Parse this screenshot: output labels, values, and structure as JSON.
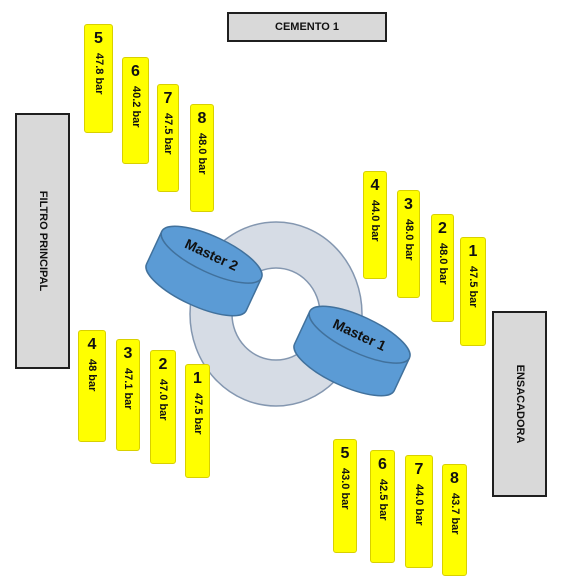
{
  "zones": {
    "cemento": "CEMENTO 1",
    "filtro": "FILTRO PRINCIPAL",
    "ensacadora": "ENSACADORA"
  },
  "masters": {
    "master1": "Master  1",
    "master2": "Master  2"
  },
  "groups": {
    "top_left": [
      {
        "num": "5",
        "value": "47.8  bar"
      },
      {
        "num": "6",
        "value": "40.2  bar"
      },
      {
        "num": "7",
        "value": "47.5  bar"
      },
      {
        "num": "8",
        "value": "48.0  bar"
      }
    ],
    "right_upper": [
      {
        "num": "4",
        "value": "44.0  bar"
      },
      {
        "num": "3",
        "value": "48.0  bar"
      },
      {
        "num": "2",
        "value": "48.0  bar"
      },
      {
        "num": "1",
        "value": "47.5  bar"
      }
    ],
    "left_lower": [
      {
        "num": "4",
        "value": "48  bar"
      },
      {
        "num": "3",
        "value": "47.1  bar"
      },
      {
        "num": "2",
        "value": "47.0  bar"
      },
      {
        "num": "1",
        "value": "47.5  bar"
      }
    ],
    "bottom_right": [
      {
        "num": "5",
        "value": "43.0  bar"
      },
      {
        "num": "6",
        "value": "42.5  bar"
      },
      {
        "num": "7",
        "value": "44.0  bar"
      },
      {
        "num": "8",
        "value": "43.7  bar"
      }
    ]
  },
  "colors": {
    "card": "#ffff00",
    "ring": "#d6dce5",
    "cylinder": "#5b9bd5",
    "zone": "#d9d9d9"
  }
}
